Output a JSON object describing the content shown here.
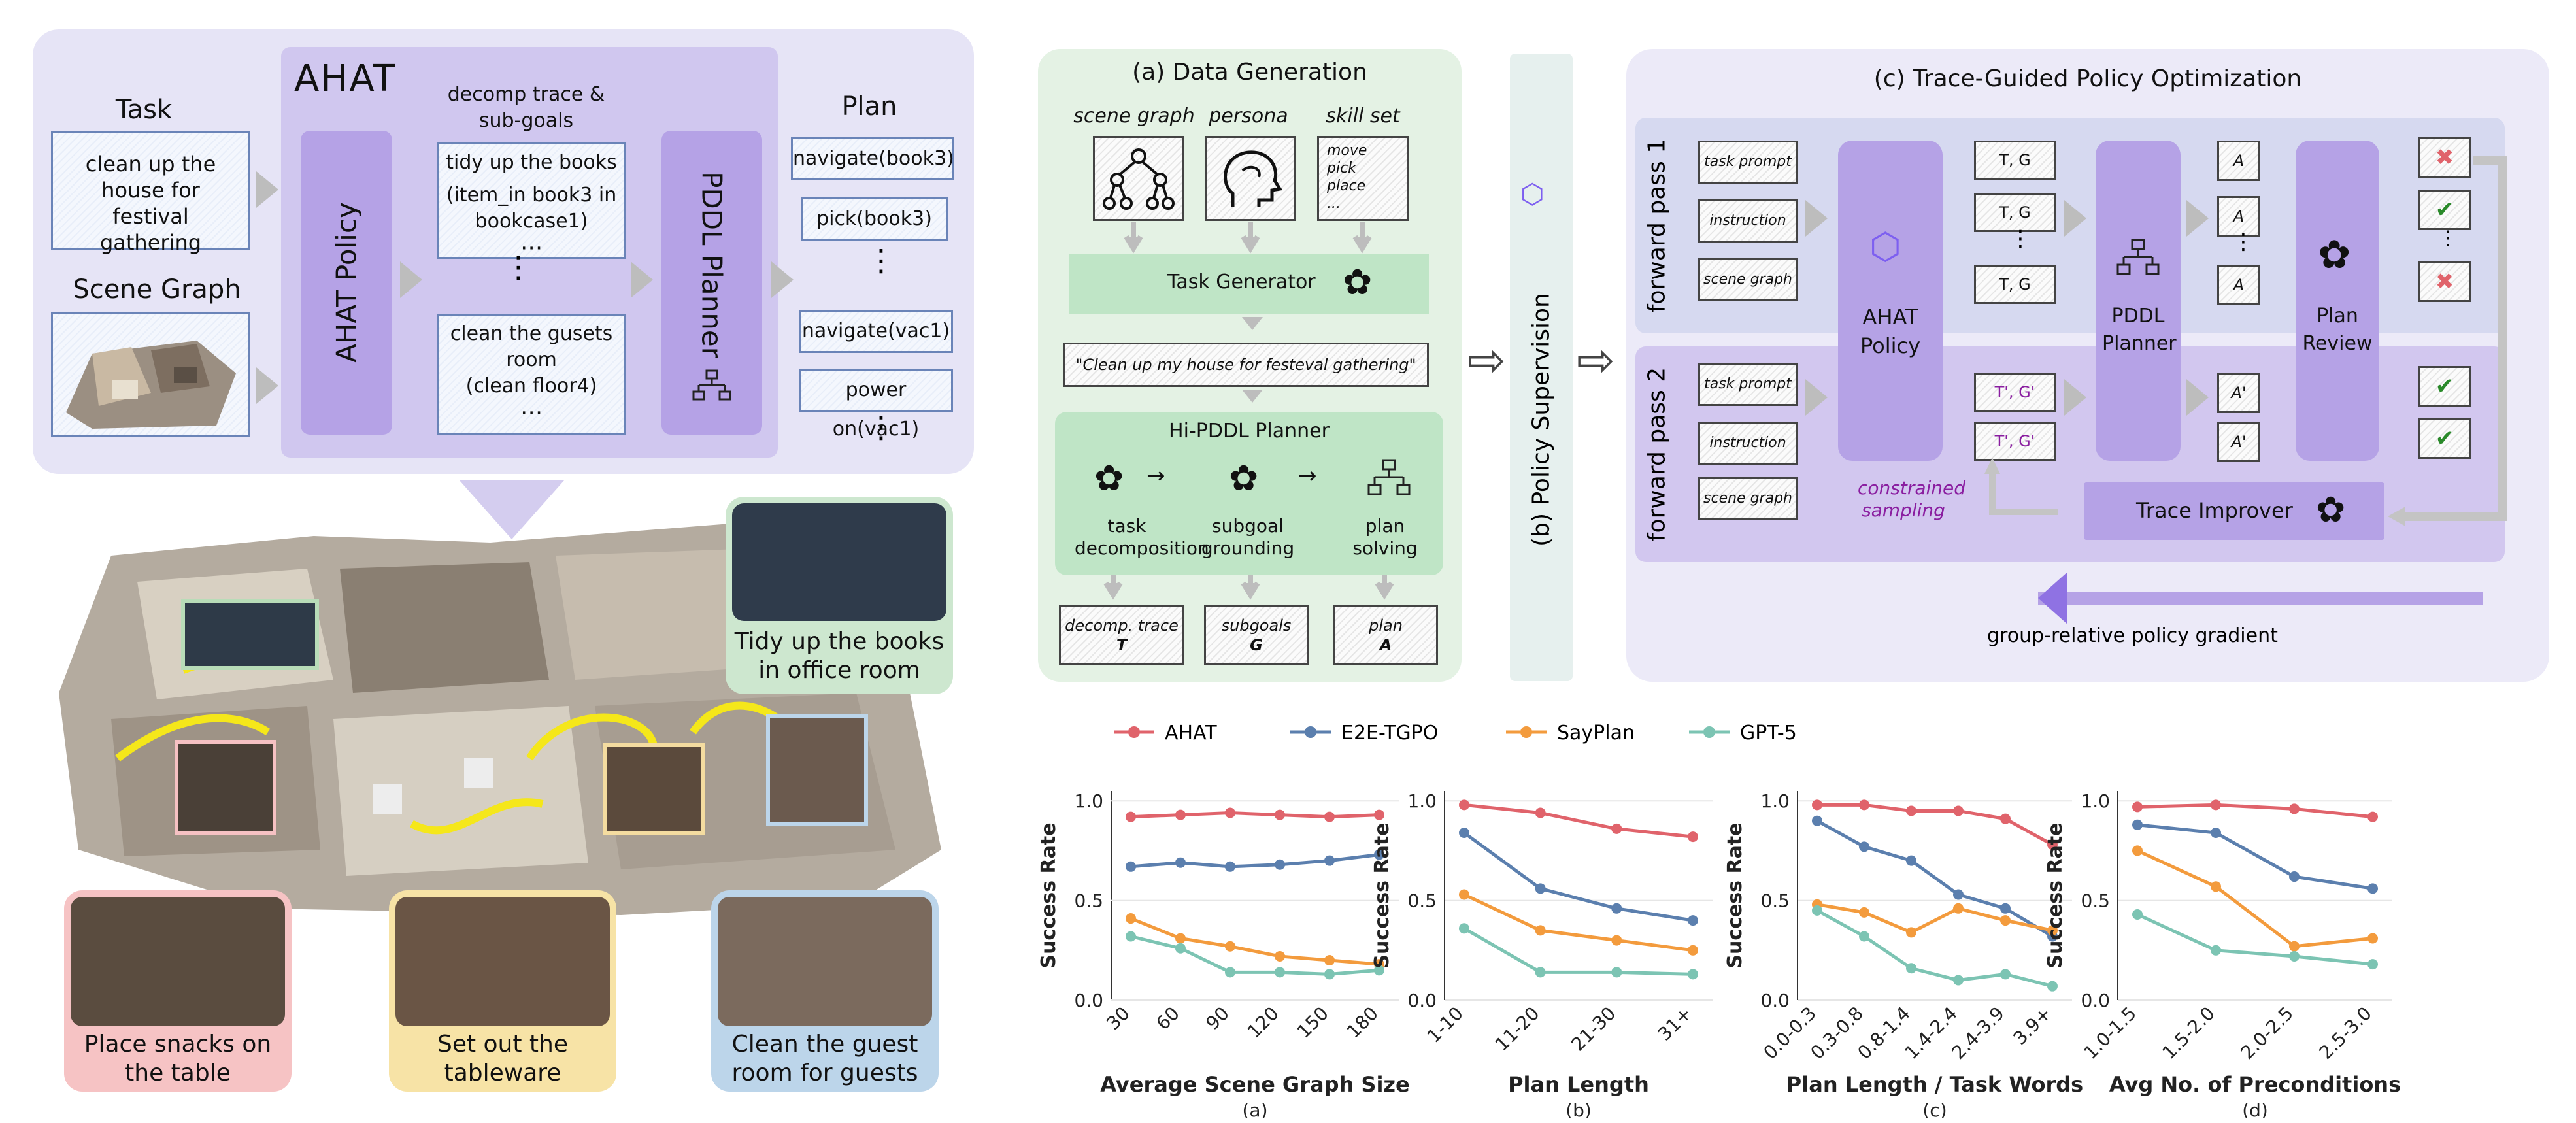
{
  "left": {
    "title": "AHAT",
    "task_label": "Task",
    "task_text": "clean up the house for festival gathering",
    "scene_label": "Scene Graph",
    "policy_label": "AHAT Policy",
    "decomp_header": "decomp trace & sub-goals",
    "decomp_items": [
      "tidy up the books",
      "(item_in book3 in bookcase1)",
      "clean the gusets room",
      "(clean floor4)"
    ],
    "planner_label": "PDDL Planner",
    "plan_label": "Plan",
    "plan_items": [
      "navigate(book3)",
      "pick(book3)",
      "navigate(vac1)",
      "power on(vac1)"
    ],
    "captions": [
      "Tidy up the books in office room",
      "Place snacks on the table",
      "Set out the tableware",
      "Clean the guest room for guests"
    ]
  },
  "a": {
    "title": "(a) Data Generation",
    "inputs": [
      "scene graph",
      "persona",
      "skill set"
    ],
    "skills": [
      "move",
      "pick",
      "place",
      "..."
    ],
    "task_generator": "Task Generator",
    "example": "\"Clean up my house for festeval gathering\"",
    "hipddl": "Hi-PDDL Planner",
    "steps": [
      "task decomposition",
      "subgoal grounding",
      "plan solving"
    ],
    "outputs": [
      {
        "name": "decomp. trace",
        "sym": "T"
      },
      {
        "name": "subgoals",
        "sym": "G"
      },
      {
        "name": "plan",
        "sym": "A"
      }
    ]
  },
  "b": {
    "title": "(b) Policy Supervision"
  },
  "c": {
    "title": "(c) Trace-Guided Policy Optimization",
    "pass1": "forward pass 1",
    "pass2": "forward pass 2",
    "inputs": [
      "task prompt",
      "instruction",
      "scene graph"
    ],
    "policy": "AHAT Policy",
    "tg": "T, G",
    "tg2": "T', G'",
    "planner": "PDDL Planner",
    "a": "A",
    "a2": "A'",
    "review": "Plan Review",
    "constrained": "constrained sampling",
    "improver": "Trace Improver",
    "gradient": "group-relative policy gradient"
  },
  "legend": [
    "AHAT",
    "E2E-TGPO",
    "SayPlan",
    "GPT-5"
  ],
  "colors": {
    "AHAT": "#e0636b",
    "E2E-TGPO": "#5b7fae",
    "SayPlan": "#f39b3d",
    "GPT-5": "#7cc4b3",
    "purple": "#b5a2e6",
    "lavender": "#e9e6f8",
    "green": "#bfe5c6"
  },
  "chart_data": [
    {
      "type": "line",
      "sub": "(a)",
      "xlabel": "Average Scene Graph Size",
      "ylabel": "Success Rate",
      "categories": [
        "30",
        "60",
        "90",
        "120",
        "150",
        "180"
      ],
      "ylim": [
        0,
        1.05
      ],
      "series": [
        {
          "name": "AHAT",
          "values": [
            0.92,
            0.93,
            0.94,
            0.93,
            0.92,
            0.93
          ]
        },
        {
          "name": "E2E-TGPO",
          "values": [
            0.67,
            0.69,
            0.67,
            0.68,
            0.7,
            0.73
          ]
        },
        {
          "name": "SayPlan",
          "values": [
            0.41,
            0.31,
            0.27,
            0.22,
            0.2,
            0.18
          ]
        },
        {
          "name": "GPT-5",
          "values": [
            0.32,
            0.26,
            0.14,
            0.14,
            0.13,
            0.15
          ]
        }
      ]
    },
    {
      "type": "line",
      "sub": "(b)",
      "xlabel": "Plan Length",
      "ylabel": "Success Rate",
      "categories": [
        "1-10",
        "11-20",
        "21-30",
        "31+"
      ],
      "ylim": [
        0,
        1.05
      ],
      "series": [
        {
          "name": "AHAT",
          "values": [
            0.98,
            0.94,
            0.86,
            0.82
          ]
        },
        {
          "name": "E2E-TGPO",
          "values": [
            0.84,
            0.56,
            0.46,
            0.4
          ]
        },
        {
          "name": "SayPlan",
          "values": [
            0.53,
            0.35,
            0.3,
            0.25
          ]
        },
        {
          "name": "GPT-5",
          "values": [
            0.36,
            0.14,
            0.14,
            0.13
          ]
        }
      ]
    },
    {
      "type": "line",
      "sub": "(c)",
      "xlabel": "Plan Length / Task Words",
      "ylabel": "Success Rate",
      "categories": [
        "0.0-0.3",
        "0.3-0.8",
        "0.8-1.4",
        "1.4-2.4",
        "2.4-3.9",
        "3.9+"
      ],
      "ylim": [
        0,
        1.05
      ],
      "series": [
        {
          "name": "AHAT",
          "values": [
            0.98,
            0.98,
            0.95,
            0.95,
            0.91,
            0.78
          ]
        },
        {
          "name": "E2E-TGPO",
          "values": [
            0.9,
            0.77,
            0.7,
            0.53,
            0.46,
            0.32
          ]
        },
        {
          "name": "SayPlan",
          "values": [
            0.48,
            0.44,
            0.34,
            0.46,
            0.4,
            0.35
          ]
        },
        {
          "name": "GPT-5",
          "values": [
            0.45,
            0.32,
            0.16,
            0.1,
            0.13,
            0.07
          ]
        }
      ]
    },
    {
      "type": "line",
      "sub": "(d)",
      "xlabel": "Avg No. of Preconditions",
      "ylabel": "Success Rate",
      "categories": [
        "1.0-1.5",
        "1.5-2.0",
        "2.0-2.5",
        "2.5-3.0"
      ],
      "ylim": [
        0,
        1.05
      ],
      "series": [
        {
          "name": "AHAT",
          "values": [
            0.97,
            0.98,
            0.96,
            0.92
          ]
        },
        {
          "name": "E2E-TGPO",
          "values": [
            0.88,
            0.84,
            0.62,
            0.56
          ]
        },
        {
          "name": "SayPlan",
          "values": [
            0.75,
            0.57,
            0.27,
            0.31
          ]
        },
        {
          "name": "GPT-5",
          "values": [
            0.43,
            0.25,
            0.22,
            0.18
          ]
        }
      ]
    }
  ]
}
